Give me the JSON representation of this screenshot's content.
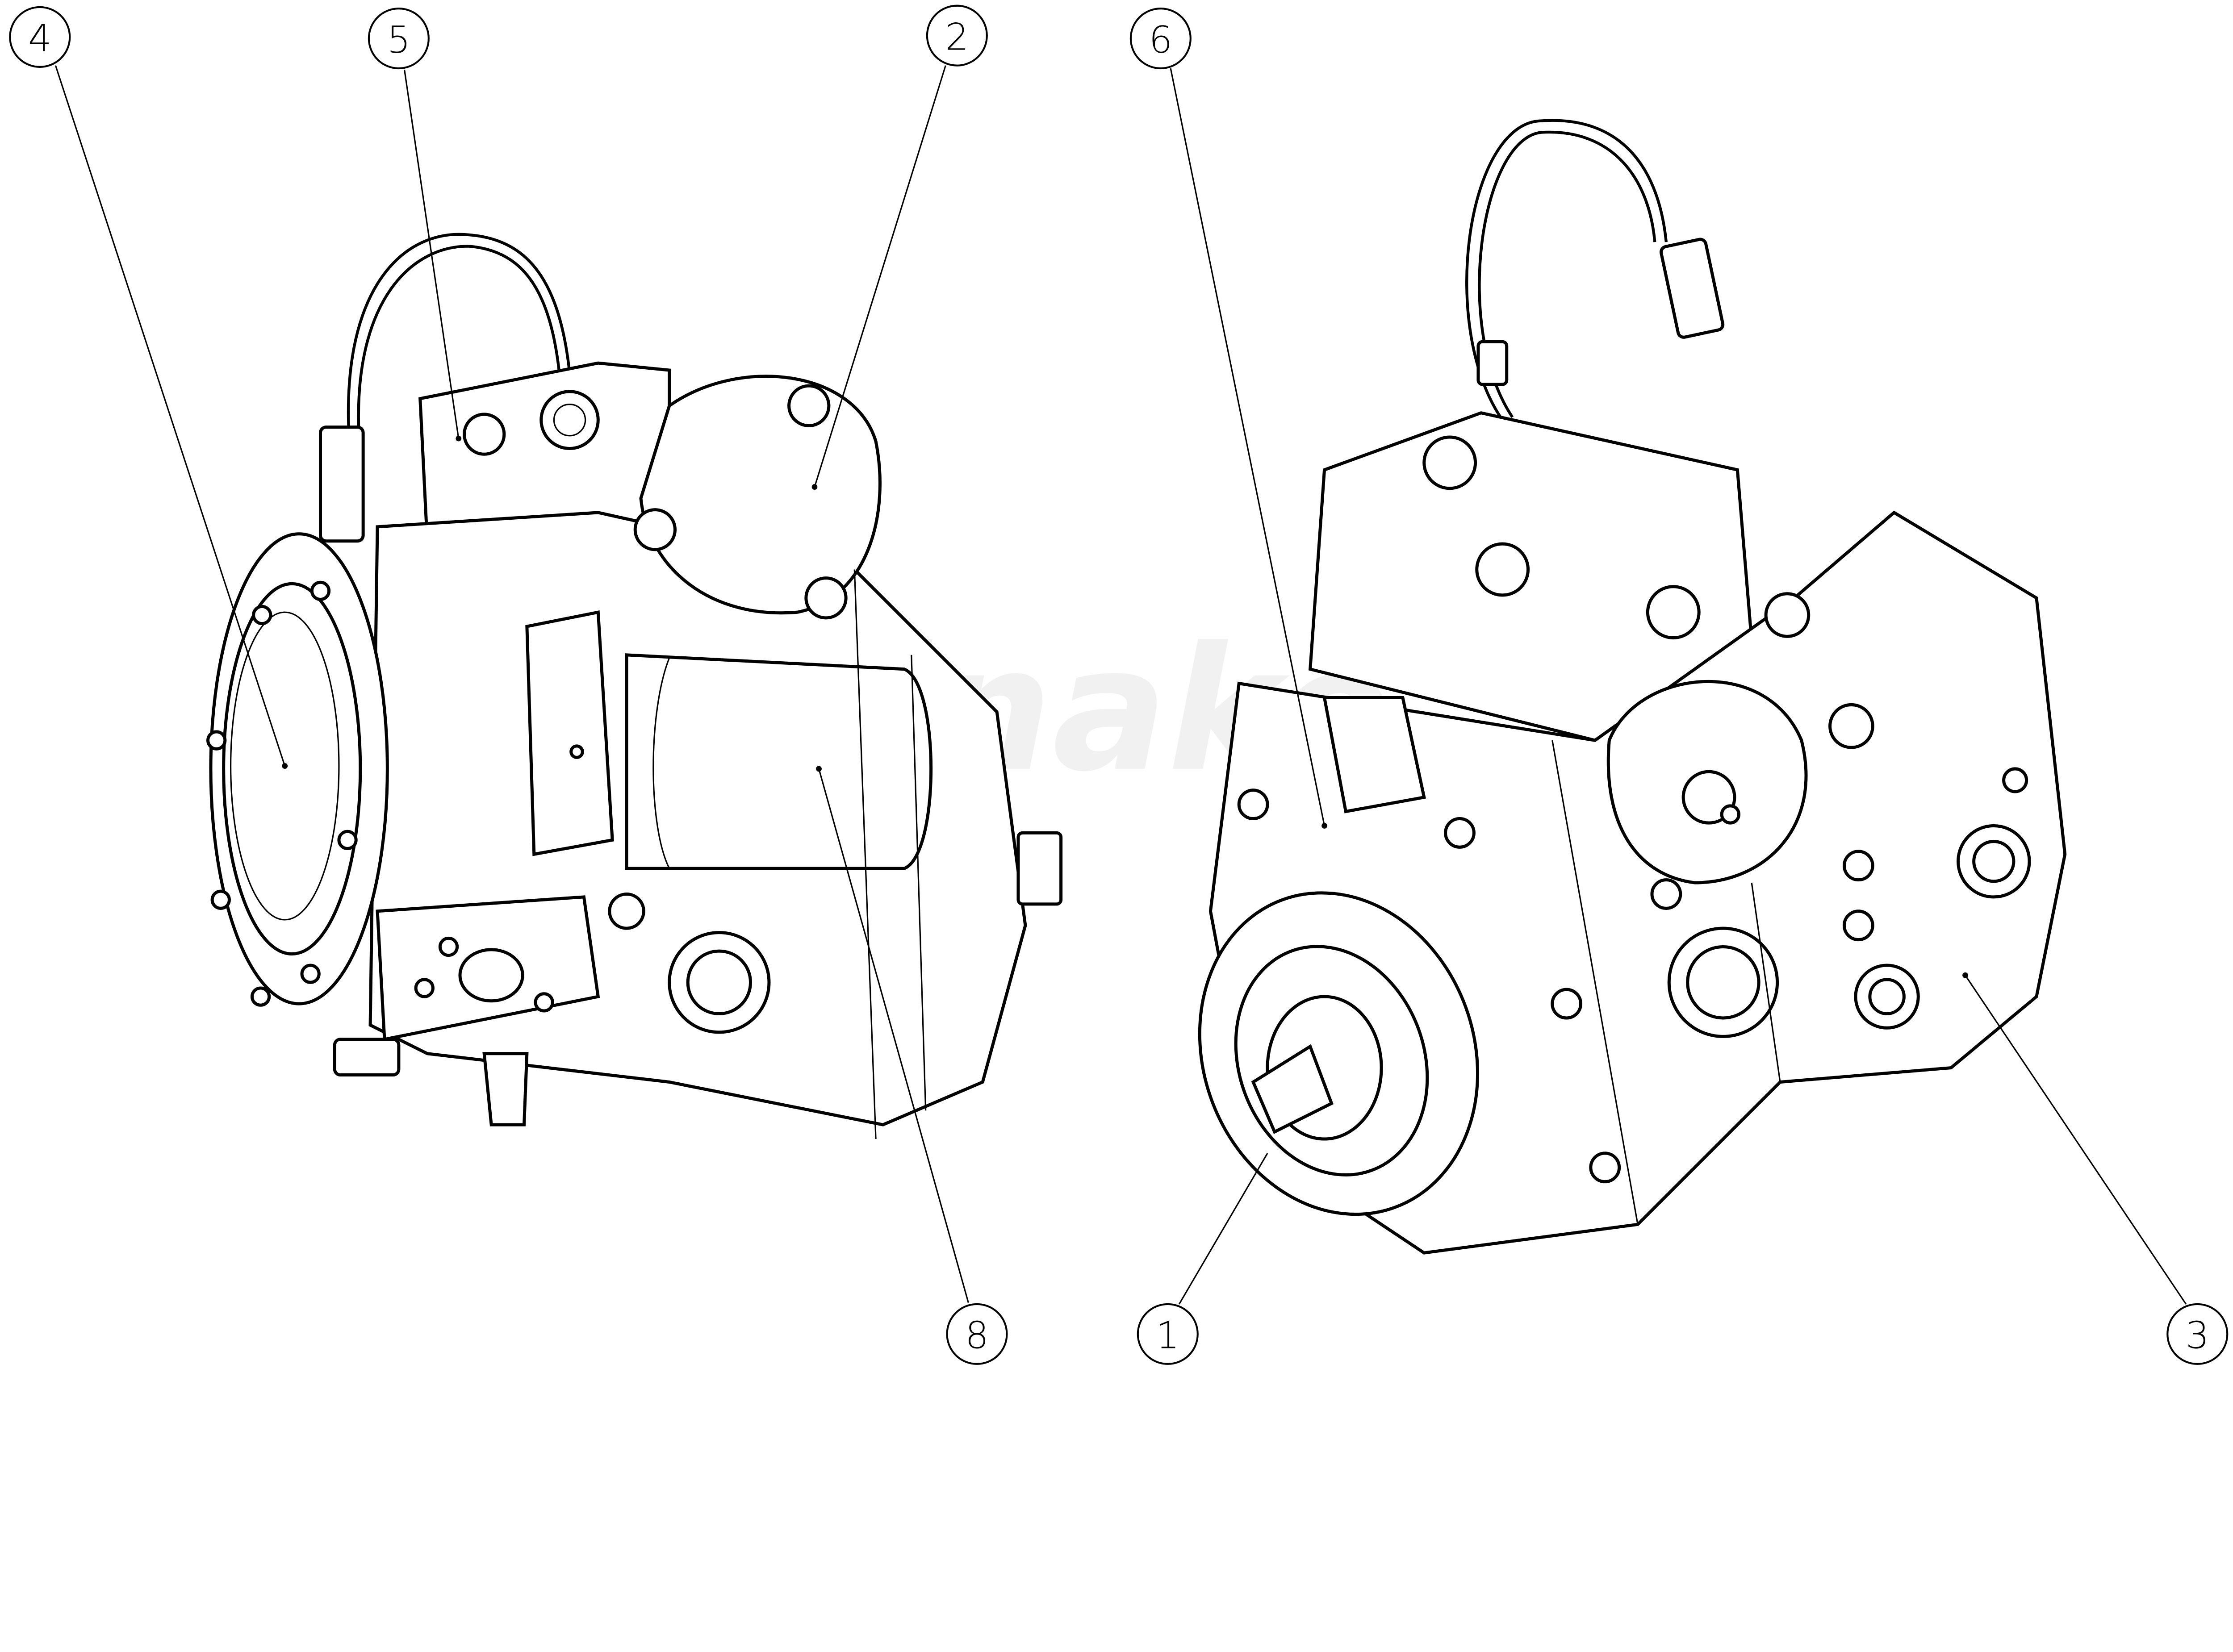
{
  "diagram": {
    "title": "Hydraulic pump assembly exploded callouts",
    "watermark": "Winake",
    "callouts": [
      {
        "id": "4",
        "label": "4"
      },
      {
        "id": "5",
        "label": "5"
      },
      {
        "id": "2",
        "label": "2"
      },
      {
        "id": "6",
        "label": "6"
      },
      {
        "id": "8",
        "label": "8"
      },
      {
        "id": "1",
        "label": "1"
      },
      {
        "id": "3",
        "label": "3"
      }
    ]
  }
}
